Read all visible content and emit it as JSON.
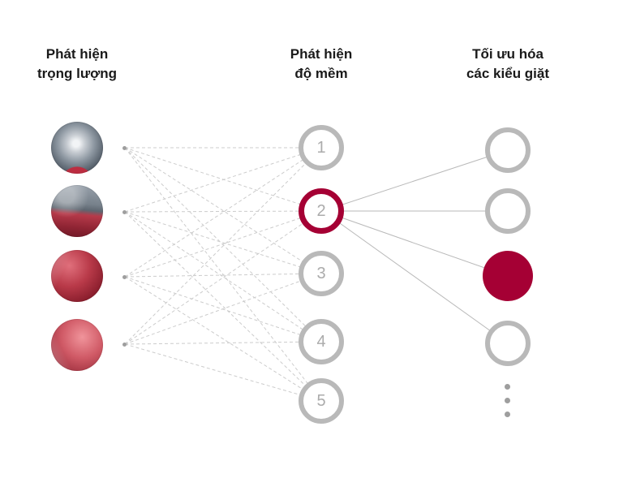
{
  "colors": {
    "accent": "#A50034",
    "node_border": "#B9B9B9",
    "dashed_line": "#CCCCCC",
    "solid_line": "#B9B9B9",
    "heading": "#1A1A1A",
    "node_number": "#ABABAB",
    "background": "#FFFFFF"
  },
  "columns": {
    "weight": {
      "title_line1": "Phát hiện",
      "title_line2": "trọng lượng"
    },
    "softness": {
      "title_line1": "Phát hiện",
      "title_line2": "độ mềm"
    },
    "optimize": {
      "title_line1": "Tối ưu hóa",
      "title_line2": "các kiểu giặt"
    }
  },
  "weight_nodes": [
    {
      "image": "washer-drum-metal-with-red-fabric"
    },
    {
      "image": "washer-drum-red-fabric-lower-half"
    },
    {
      "image": "red-fabric-dark-folds"
    },
    {
      "image": "red-fabric-light-crumpled"
    }
  ],
  "softness_nodes": [
    {
      "label": "1",
      "highlighted": false
    },
    {
      "label": "2",
      "highlighted": true
    },
    {
      "label": "3",
      "highlighted": false
    },
    {
      "label": "4",
      "highlighted": false
    },
    {
      "label": "5",
      "highlighted": false
    }
  ],
  "wash_pattern_nodes": [
    {
      "filled": false
    },
    {
      "filled": false
    },
    {
      "filled": true
    },
    {
      "filled": false
    }
  ],
  "more_indicator": {
    "dot_count": 3
  }
}
